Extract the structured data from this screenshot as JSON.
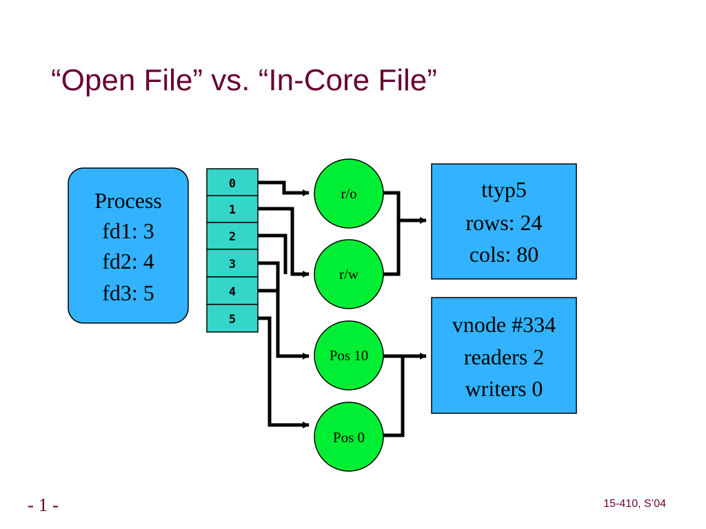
{
  "title": "“Open File” vs. “In-Core File”",
  "process": {
    "lines": [
      "Process",
      "fd1: 3",
      "fd2: 4",
      "fd3: 5"
    ]
  },
  "fd_table": [
    "0",
    "1",
    "2",
    "3",
    "4",
    "5"
  ],
  "open_files": [
    "r/o",
    "r/w",
    "Pos 10",
    "Pos 0"
  ],
  "incore_files": [
    {
      "lines": [
        "ttyp5",
        "rows: 24",
        "cols: 80"
      ]
    },
    {
      "lines": [
        "vnode #334",
        "readers 2",
        "writers 0"
      ]
    }
  ],
  "footer": {
    "page_number": "- 1 -",
    "course": "15-410, S’04"
  },
  "colors": {
    "title": "#660033",
    "box_fill": "#33b3ff",
    "circle_fill": "#00ee33",
    "fd_fill": "#33d6c8"
  }
}
